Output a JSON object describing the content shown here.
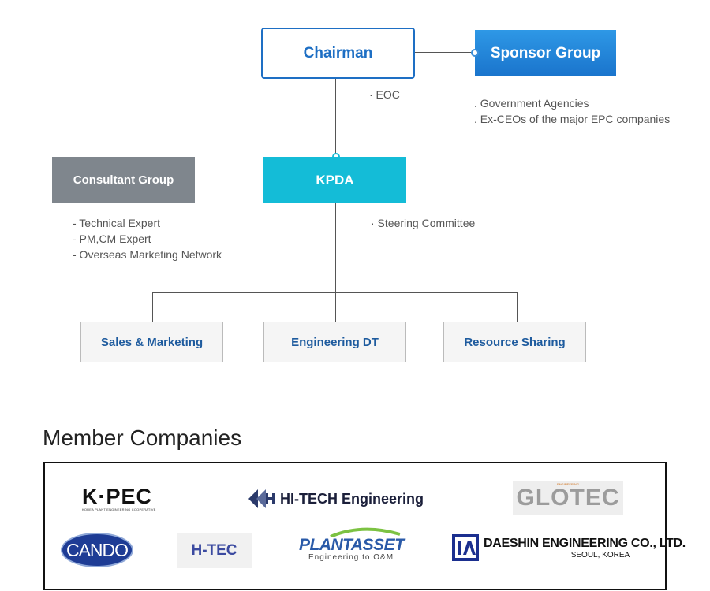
{
  "org_chart": {
    "chairman": "Chairman",
    "sponsor_group": "Sponsor Group",
    "eoc": "· EOC",
    "sponsor_notes": [
      ". Government Agencies",
      ". Ex-CEOs of the major EPC companies"
    ],
    "kpda": "KPDA",
    "consultant_group": "Consultant Group",
    "consultant_notes": [
      "- Technical Expert",
      "- PM,CM Expert",
      "- Overseas Marketing Network"
    ],
    "steering_committee": "· Steering Committee",
    "sub_units": [
      "Sales & Marketing",
      "Engineering DT",
      "Resource Sharing"
    ]
  },
  "members": {
    "heading": "Member Companies",
    "kpec": {
      "name": "K·PEC",
      "tagline": "KOREA PLANT ENGINEERING COOPERATIVE"
    },
    "hitech": "HI-TECH Engineering",
    "glotec": {
      "name": "GLOTEC",
      "arc": "ENGINEERING"
    },
    "cando": "CANDO",
    "htec": "H-TEC",
    "plantasset": {
      "name": "PLANTASSET",
      "tagline": "Engineering to O&M"
    },
    "daeshin": {
      "name": "DAESHIN ENGINEERING CO., LTD.",
      "city": "SEOUL, KOREA"
    }
  },
  "colors": {
    "chairman_border": "#1e6fc4",
    "sponsor": "#1f86dc",
    "kpda": "#14bcd7",
    "consultant": "#7f868d",
    "sub_text": "#1e5b9e"
  }
}
